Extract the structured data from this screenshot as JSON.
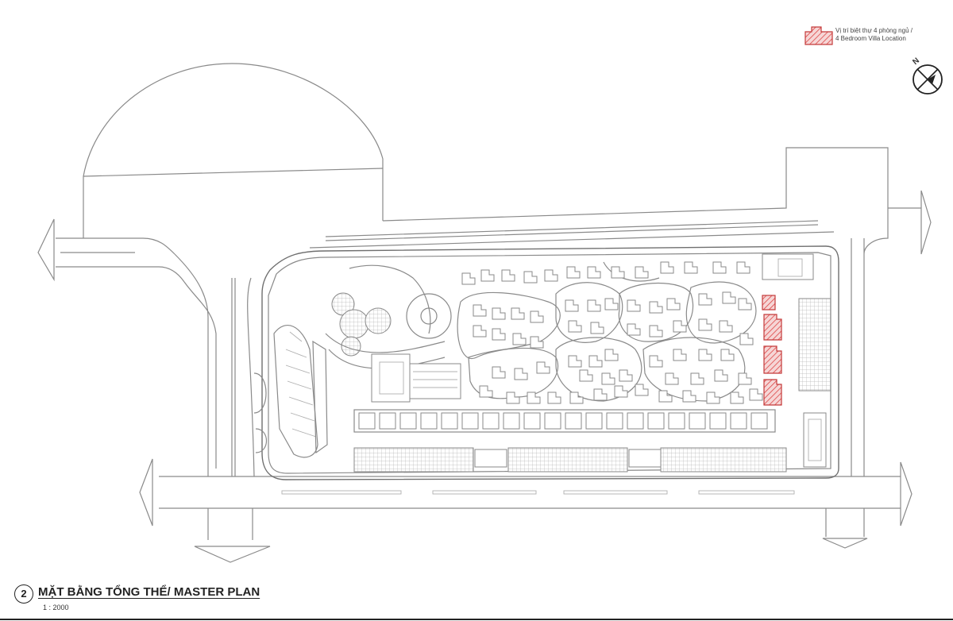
{
  "legend": {
    "line1": "Vị trí biệt thự 4 phòng ngủ /",
    "line2": "4 Bedroom Villa Location",
    "swatch_color": "#d9534f"
  },
  "north": {
    "label": "N"
  },
  "title": {
    "number": "2",
    "text": "MẶT BẰNG TỔNG THỂ/ MASTER PLAN",
    "scale": "1 : 2000"
  },
  "colors": {
    "line": "#8a8a8a",
    "highlight": "#d9534f"
  }
}
